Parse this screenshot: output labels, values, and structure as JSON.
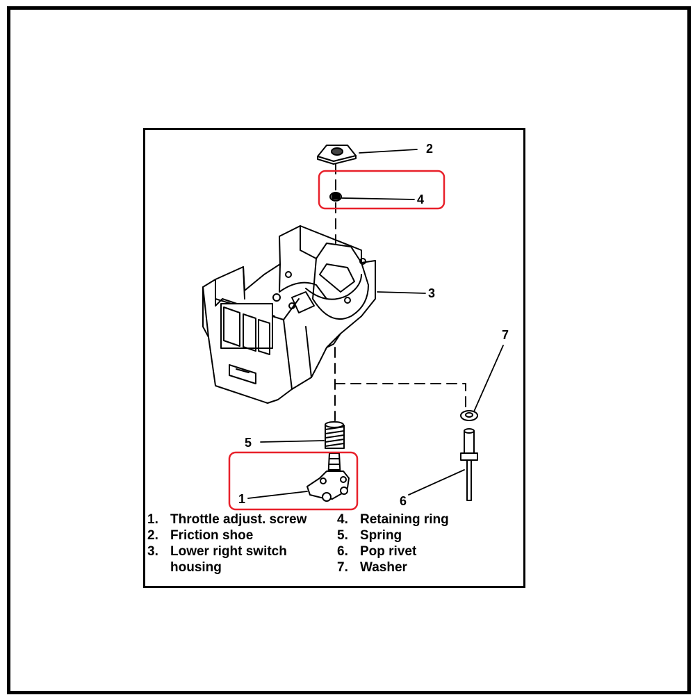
{
  "callouts": [
    {
      "id": "2",
      "text": "2"
    },
    {
      "id": "4",
      "text": "4"
    },
    {
      "id": "3",
      "text": "3"
    },
    {
      "id": "7",
      "text": "7"
    },
    {
      "id": "5",
      "text": "5"
    },
    {
      "id": "1",
      "text": "1"
    },
    {
      "id": "6",
      "text": "6"
    }
  ],
  "legend": {
    "left": [
      {
        "num": "1.",
        "text": "Throttle adjust. screw"
      },
      {
        "num": "2.",
        "text": "Friction shoe"
      },
      {
        "num": "3.",
        "text": "Lower right switch"
      },
      {
        "num": "",
        "text": "housing"
      }
    ],
    "right": [
      {
        "num": "4.",
        "text": "Retaining ring"
      },
      {
        "num": "5.",
        "text": "Spring"
      },
      {
        "num": "6.",
        "text": "Pop rivet"
      },
      {
        "num": "7.",
        "text": "Washer"
      }
    ]
  },
  "colors": {
    "highlight": "#e8202a",
    "ink": "#000000"
  }
}
